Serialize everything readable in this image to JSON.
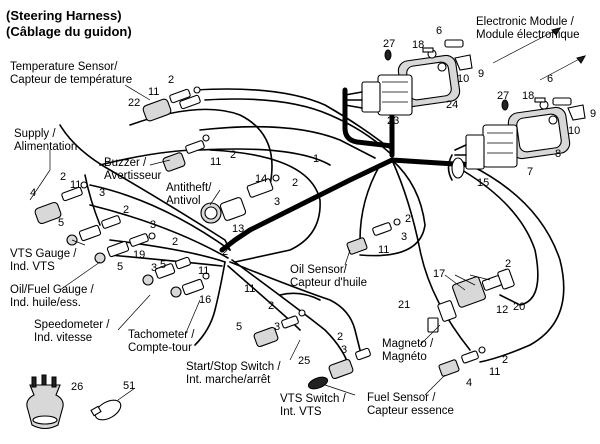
{
  "title": {
    "line1": "(Steering Harness)",
    "line2": "(Câblage du guidon)"
  },
  "labels": {
    "electronic_module": [
      "Electronic Module /",
      "Module électronique"
    ],
    "temperature_sensor": [
      "Temperature Sensor/",
      "Capteur de température"
    ],
    "supply": [
      "Supply /",
      "Alimentation"
    ],
    "buzzer": [
      "Buzzer /",
      "Avertisseur"
    ],
    "antitheft": [
      "Antitheft/",
      "Antivol"
    ],
    "vts_gauge": [
      "VTS Gauge /",
      "Ind. VTS"
    ],
    "oil_fuel_gauge": [
      "Oil/Fuel Gauge /",
      "Ind. huile/ess."
    ],
    "oil_sensor": [
      "Oil Sensor/",
      "Capteur d'huile"
    ],
    "speedometer": [
      "Speedometer /",
      "Ind. vitesse"
    ],
    "tachometer": [
      "Tachometer /",
      "Compte-tour"
    ],
    "start_stop": [
      "Start/Stop Switch /",
      "Int. marche/arrêt"
    ],
    "magneto": [
      "Magneto /",
      "Magnéto"
    ],
    "vts_switch": [
      "VTS Switch /",
      "Int. VTS"
    ],
    "fuel_sensor": [
      "Fuel Sensor /",
      "Capteur essence"
    ]
  },
  "callouts": [
    "1",
    "2",
    "2",
    "2",
    "2",
    "2",
    "2",
    "2",
    "2",
    "2",
    "2",
    "2",
    "2",
    "3",
    "3",
    "3",
    "3",
    "3",
    "3",
    "3",
    "4",
    "4",
    "5",
    "5",
    "5",
    "5",
    "6",
    "6",
    "7",
    "8",
    "9",
    "9",
    "10",
    "10",
    "11",
    "11",
    "11",
    "11",
    "11",
    "11",
    "11",
    "12",
    "13",
    "14",
    "15",
    "16",
    "17",
    "18",
    "18",
    "19",
    "20",
    "21",
    "22",
    "23",
    "24",
    "25",
    "26",
    "27",
    "27",
    "51"
  ]
}
